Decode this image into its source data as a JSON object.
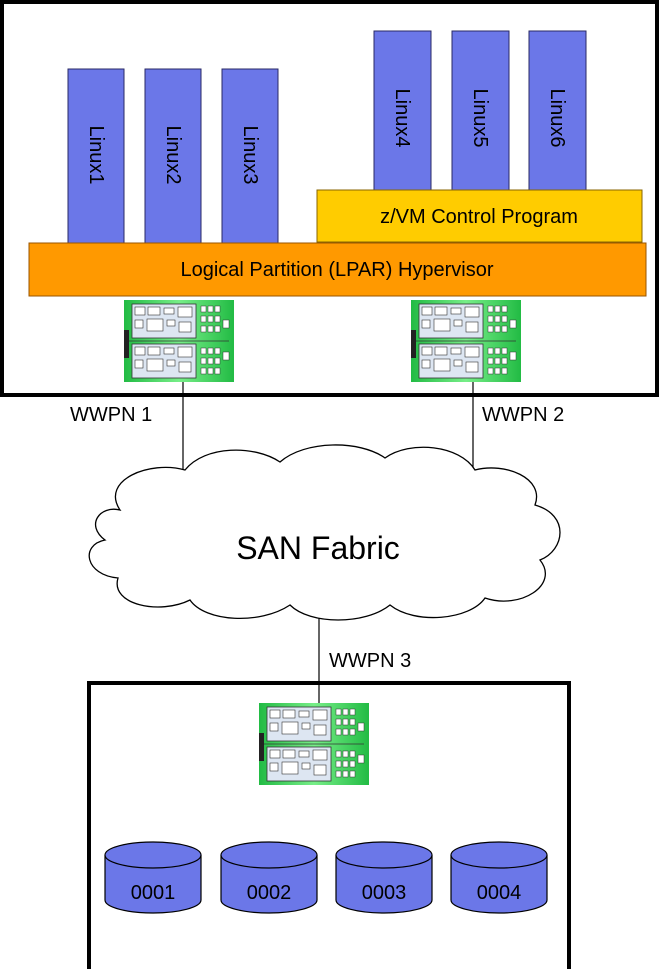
{
  "guests": {
    "lpar_guests": [
      "Linux1",
      "Linux2",
      "Linux3"
    ],
    "zvm_guests": [
      "Linux4",
      "Linux5",
      "Linux6"
    ]
  },
  "layers": {
    "zvm": "z/VM Control Program",
    "lpar": "Logical Partition (LPAR) Hypervisor"
  },
  "links": {
    "wwpn1": "WWPN 1",
    "wwpn2": "WWPN 2",
    "wwpn3": "WWPN 3"
  },
  "fabric": {
    "label": "SAN Fabric"
  },
  "disks": [
    "0001",
    "0002",
    "0003",
    "0004"
  ],
  "colors": {
    "guest": "#6b77e8",
    "zvm": "#ffcc00",
    "lpar": "#ff9900",
    "disk": "#6b77e8",
    "adapter": "#33cc55"
  }
}
